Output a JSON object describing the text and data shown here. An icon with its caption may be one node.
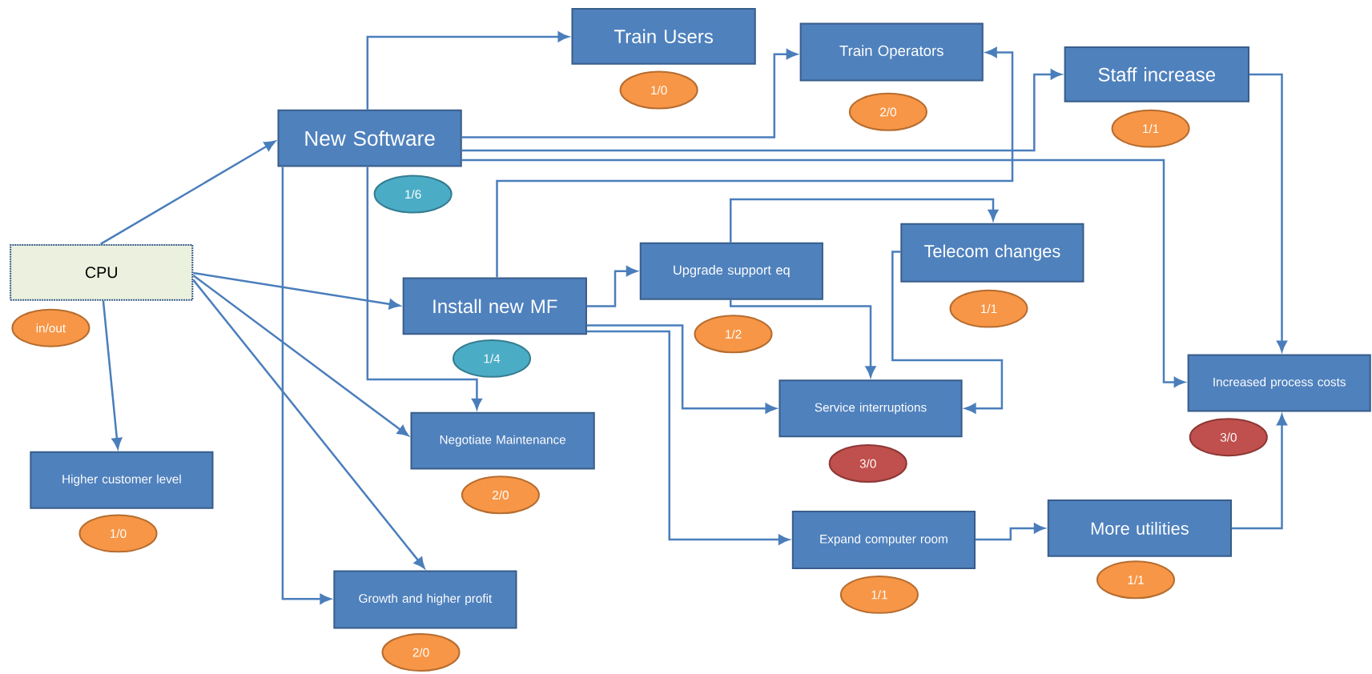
{
  "diagram": {
    "nodes": [
      {
        "text": [
          "CPU"
        ],
        "beside": [
          "in/out"
        ]
      },
      {
        "text": [
          "New Software"
        ],
        "beside": [
          "1/6"
        ]
      },
      {
        "text": [
          "Train Users"
        ],
        "beside": [
          "1/0"
        ]
      },
      {
        "text": [
          "Train Operators"
        ],
        "beside": [
          "2/0"
        ]
      },
      {
        "text": [
          "Staff increase"
        ],
        "beside": [
          "1/1"
        ]
      },
      {
        "text": [
          "Install new MF"
        ],
        "beside": [
          "1/4"
        ]
      },
      {
        "text": [
          "Upgrade support eq"
        ],
        "beside": [
          "1/2"
        ]
      },
      {
        "text": [
          "Telecom changes"
        ],
        "beside": [
          "1/1"
        ]
      },
      {
        "text": [
          "Increased process costs"
        ],
        "beside": [
          "3/0"
        ]
      },
      {
        "text": [
          "Service interruptions"
        ],
        "beside": [
          "3/0"
        ]
      },
      {
        "text": [
          "Negotiate Maintenance"
        ],
        "beside": [
          "2/0"
        ]
      },
      {
        "text": [
          "Higher customer level"
        ],
        "beside": [
          "1/0"
        ]
      },
      {
        "text": [
          "Expand computer room"
        ],
        "beside": [
          "1/1"
        ]
      },
      {
        "text": [
          "More utilities"
        ],
        "beside": [
          "1/1"
        ]
      },
      {
        "text": [
          "Growth and higher profit"
        ],
        "beside": [
          "2/0"
        ]
      }
    ],
    "edges": [
      {
        "from": 0,
        "to": 1,
        "arrow": "to"
      },
      {
        "from": 0,
        "to": 5,
        "arrow": "to"
      },
      {
        "from": 0,
        "to": 10,
        "arrow": "to"
      },
      {
        "from": 0,
        "to": 14,
        "arrow": "to"
      },
      {
        "from": 0,
        "to": 11,
        "arrow": "to"
      },
      {
        "from": 1,
        "to": 2,
        "arrow": "to"
      },
      {
        "from": 1,
        "to": 3,
        "arrow": "to"
      },
      {
        "from": 1,
        "to": 4,
        "arrow": "to"
      },
      {
        "from": 1,
        "to": 8,
        "arrow": "to"
      },
      {
        "from": 1,
        "to": 14,
        "arrow": "to"
      },
      {
        "from": 1,
        "to": 10,
        "arrow": "to"
      },
      {
        "from": 5,
        "to": 3,
        "arrow": "to"
      },
      {
        "from": 5,
        "to": 6,
        "arrow": "to"
      },
      {
        "from": 5,
        "to": 9,
        "arrow": "to"
      },
      {
        "from": 5,
        "to": 12,
        "arrow": "to"
      },
      {
        "from": 6,
        "to": 7,
        "arrow": "to"
      },
      {
        "from": 6,
        "to": 9,
        "arrow": "to"
      },
      {
        "from": 7,
        "to": 9,
        "arrow": "to"
      },
      {
        "from": 4,
        "to": 8,
        "arrow": "to"
      },
      {
        "from": 12,
        "to": 13,
        "arrow": "to"
      },
      {
        "from": 13,
        "to": 8,
        "arrow": "to"
      }
    ]
  }
}
